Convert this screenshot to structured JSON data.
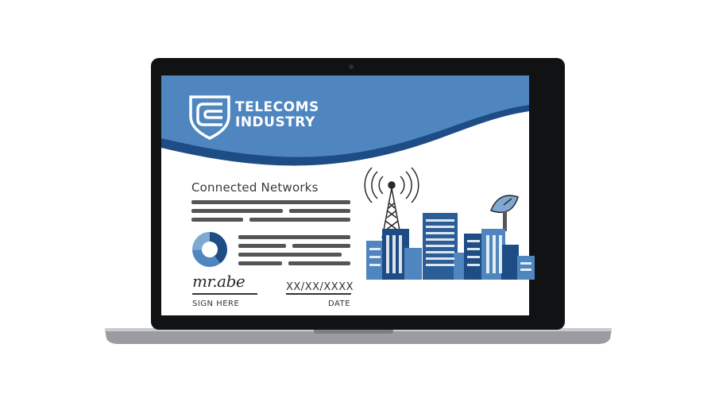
{
  "brand": {
    "line1": "TELECOMS",
    "line2": "INDUSTRY",
    "primary_color": "#4f86c0",
    "dark_color": "#1e4c85"
  },
  "document": {
    "heading": "Connected Networks",
    "signature_text": "mr.abe",
    "sign_label": "SIGN HERE",
    "date_value": "XX/XX/XXXX",
    "date_label": "DATE"
  },
  "icons": {
    "logo": "shield-c-logo-icon",
    "chart": "donut-chart-icon",
    "tower": "radio-tower-icon",
    "dish": "satellite-dish-icon",
    "city": "city-buildings-icon"
  }
}
